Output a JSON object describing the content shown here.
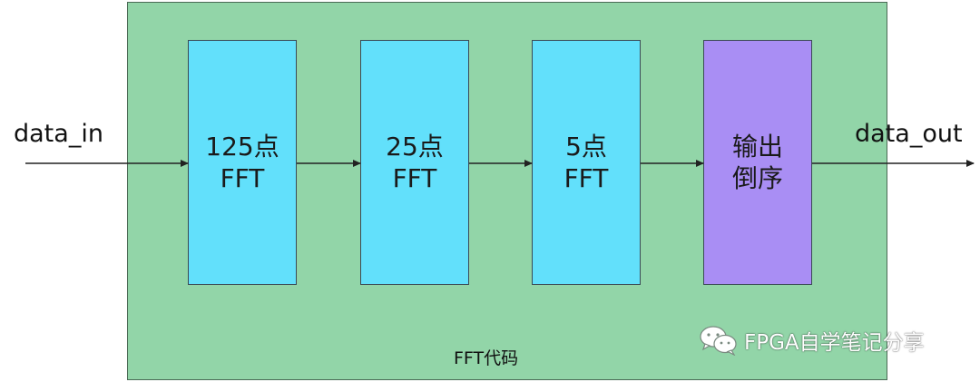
{
  "diagram": {
    "input_label": "data_in",
    "output_label": "data_out",
    "container_label": "FFT代码",
    "blocks": [
      {
        "line1": "125点",
        "line2": "FFT"
      },
      {
        "line1": "25点",
        "line2": "FFT"
      },
      {
        "line1": "5点",
        "line2": "FFT"
      },
      {
        "line1": "输出",
        "line2": "倒序"
      }
    ]
  },
  "watermark": {
    "text": "FPGA自学笔记分享",
    "icon": "wechat-icon"
  },
  "colors": {
    "container": "#92d5a8",
    "fft_block": "#62e0fb",
    "reorder_block": "#a98ef4",
    "line": "#222222"
  }
}
